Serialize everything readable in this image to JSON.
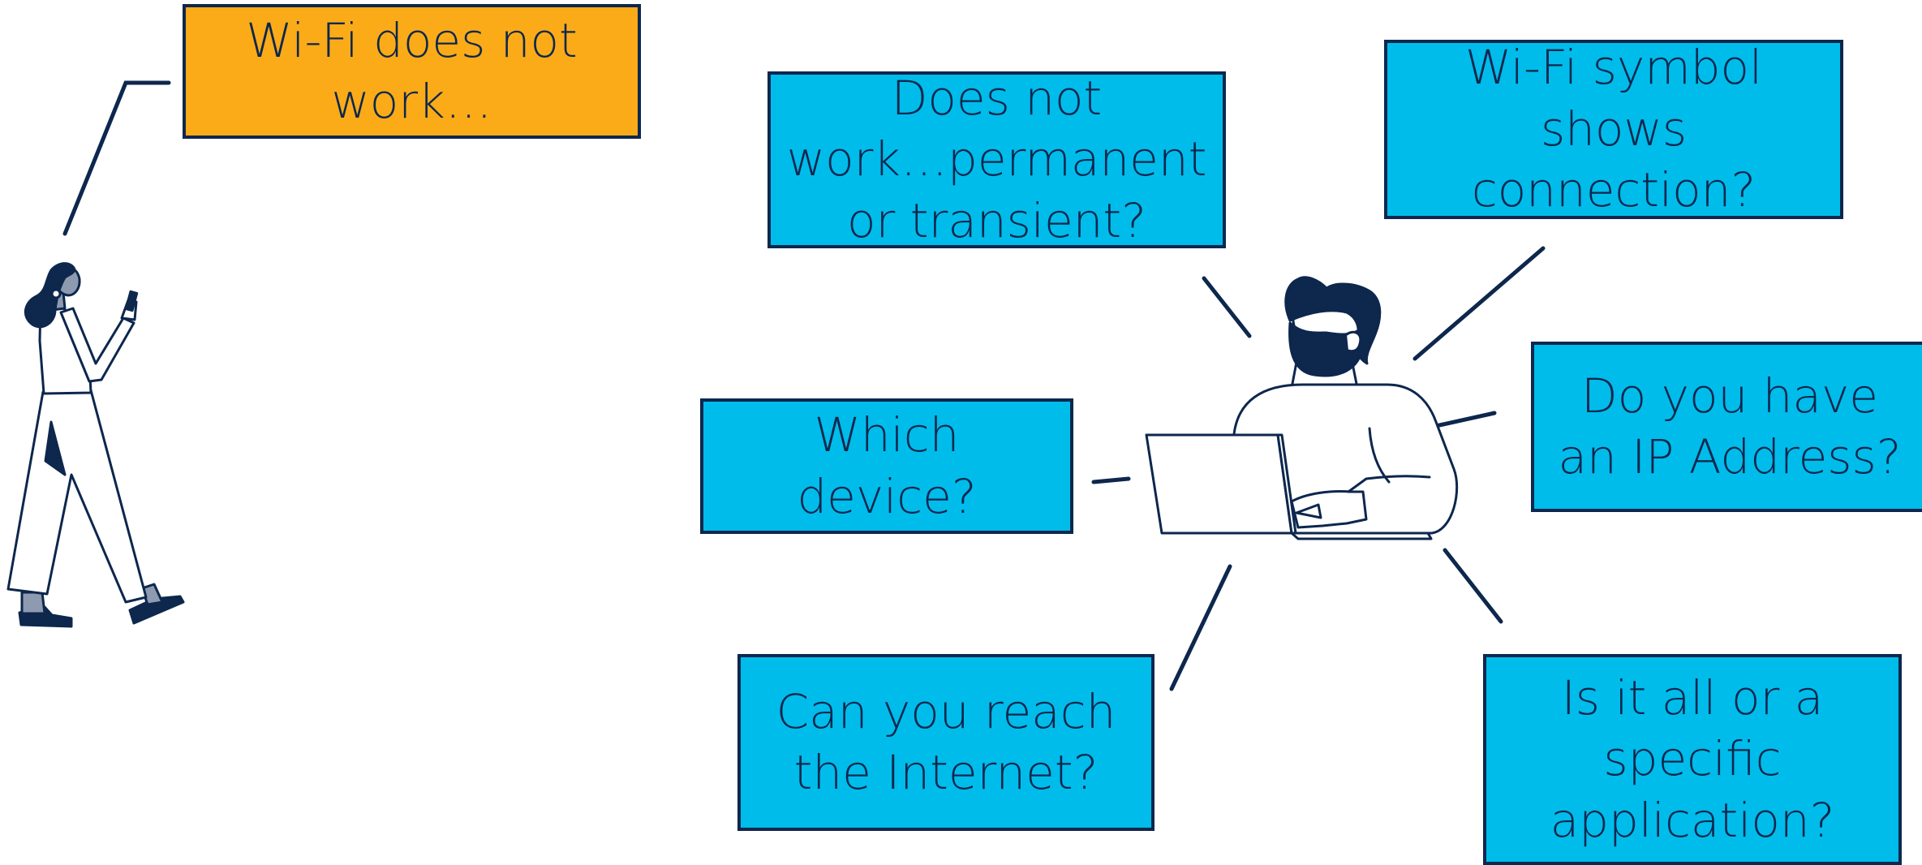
{
  "boxes": {
    "complaint": "Wi-Fi does not\nwork…",
    "permanent_or_transient": "Does not\nwork…permanent\nor transient?",
    "wifi_symbol": "Wi-Fi symbol\nshows\nconnection?",
    "ip_address": "Do you have\nan IP Address?",
    "which_device": "Which\ndevice?",
    "reach_internet": "Can you reach\nthe Internet?",
    "all_or_specific_app": "Is it all or a\nspecific\napplication?"
  },
  "colors": {
    "orange": "#fbab18",
    "blue": "#00bceb",
    "navy": "#0d274d",
    "gray": "#8e9aaf"
  },
  "icons": {
    "woman": "woman-with-phone-illustration",
    "man": "man-with-laptop-illustration"
  }
}
